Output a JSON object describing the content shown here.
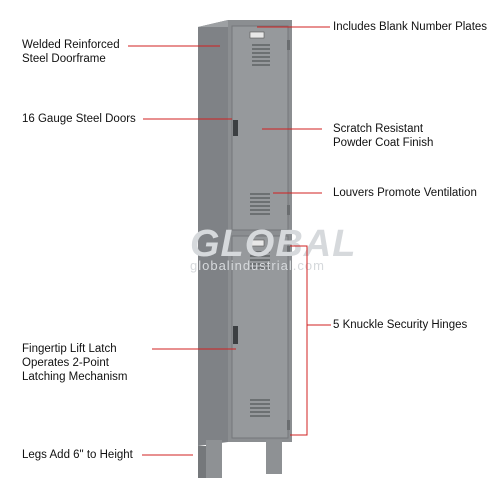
{
  "labels": {
    "welded": "Welded Reinforced\nSteel Doorframe",
    "gauge": "16 Gauge Steel Doors",
    "latch": "Fingertip Lift Latch\nOperates 2-Point\nLatching Mechanism",
    "legs": "Legs Add 6\" to Height",
    "number_plates": "Includes Blank Number Plates",
    "scratch": "Scratch Resistant\nPowder Coat Finish",
    "louvers": "Louvers Promote Ventilation",
    "hinges": "5 Knuckle Security Hinges"
  },
  "watermark": {
    "brand": "GLOBAL",
    "site": "globalindustrial.com"
  },
  "colors": {
    "callout_line": "#d12020",
    "locker_front": "#8e9194",
    "locker_side": "#7a7d80",
    "text": "#111111"
  }
}
